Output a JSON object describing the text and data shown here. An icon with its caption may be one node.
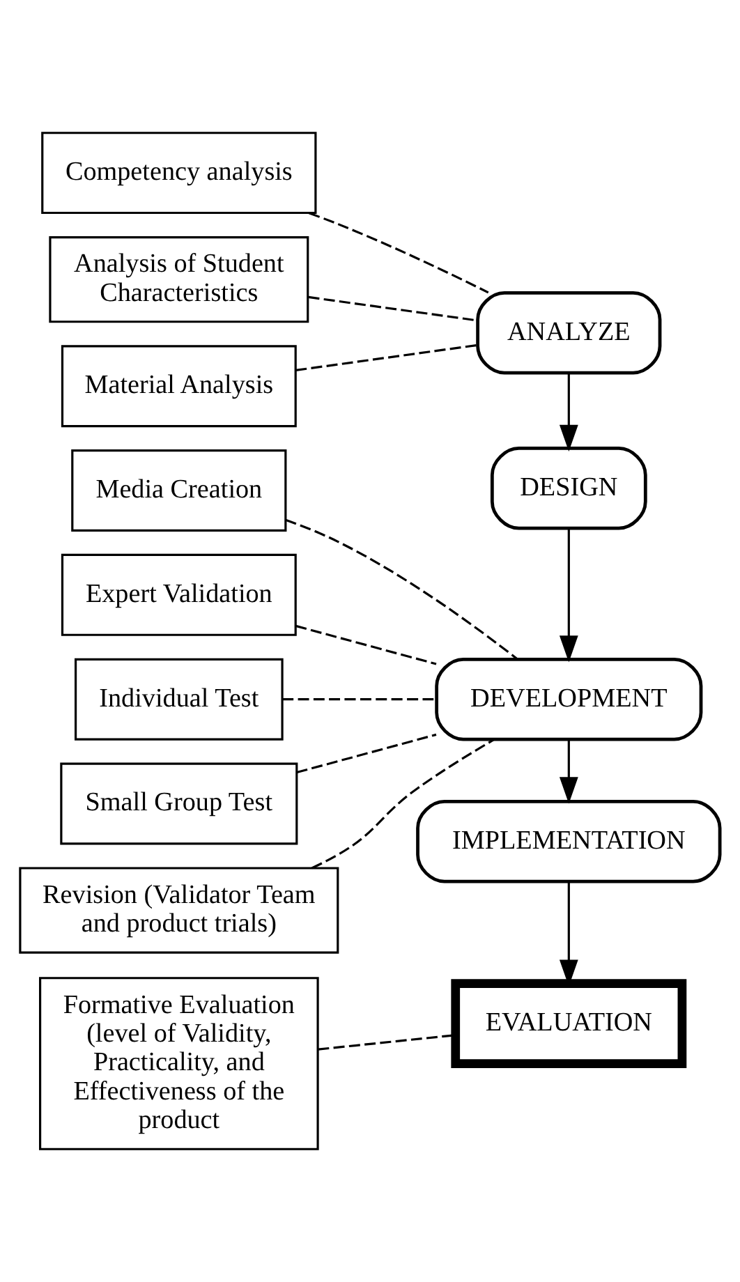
{
  "diagram": {
    "nodes": [
      {
        "text": [
          "Competency analysis"
        ]
      },
      {
        "text": [
          "Analysis of Student Characteristics"
        ]
      },
      {
        "text": [
          "Material Analysis"
        ]
      },
      {
        "text": [
          "ANALYZE"
        ]
      },
      {
        "text": [
          "DESIGN"
        ]
      },
      {
        "text": [
          "Media Creation"
        ]
      },
      {
        "text": [
          "Expert Validation"
        ]
      },
      {
        "text": [
          "DEVELOPMENT"
        ]
      },
      {
        "text": [
          "Individual Test"
        ]
      },
      {
        "text": [
          "Small Group Test"
        ]
      },
      {
        "text": [
          "Revision (Validator Team and product trials)"
        ]
      },
      {
        "text": [
          "IMPLEMENTATION"
        ]
      },
      {
        "text": [
          "Formative Evaluation (level of Validity, Practicality, and Effectiveness of the product"
        ]
      },
      {
        "text": [
          "EVALUATION"
        ]
      }
    ],
    "edges": [
      {
        "from": 0,
        "to": 3,
        "arrow": "none",
        "style": "dashed"
      },
      {
        "from": 1,
        "to": 3,
        "arrow": "none",
        "style": "dashed"
      },
      {
        "from": 2,
        "to": 3,
        "arrow": "none",
        "style": "dashed"
      },
      {
        "from": 3,
        "to": 4,
        "arrow": "to"
      },
      {
        "from": 4,
        "to": 7,
        "arrow": "to"
      },
      {
        "from": 5,
        "to": 7,
        "arrow": "none",
        "style": "dashed"
      },
      {
        "from": 6,
        "to": 7,
        "arrow": "none",
        "style": "dashed"
      },
      {
        "from": 8,
        "to": 7,
        "arrow": "none",
        "style": "dashed"
      },
      {
        "from": 9,
        "to": 7,
        "arrow": "none",
        "style": "dashed"
      },
      {
        "from": 10,
        "to": 7,
        "arrow": "none",
        "style": "dashed"
      },
      {
        "from": 7,
        "to": 11,
        "arrow": "to"
      },
      {
        "from": 11,
        "to": 13,
        "arrow": "to"
      },
      {
        "from": 12,
        "to": 13,
        "arrow": "none",
        "style": "dashed"
      }
    ]
  }
}
